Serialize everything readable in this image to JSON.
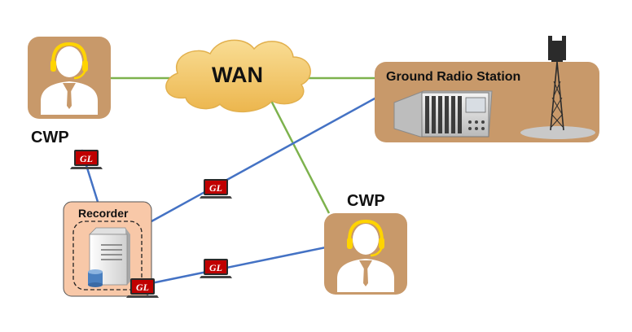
{
  "labels": {
    "wan": "WAN",
    "cwp_top": "CWP",
    "cwp_bottom": "CWP",
    "ground_radio_station": "Ground Radio Station",
    "recorder": "Recorder"
  },
  "monitor_badge": "GL",
  "colors": {
    "wan_link": "#7db24d",
    "lan_link": "#4472c4",
    "operator_tile": "#c8996a",
    "station_panel": "#c8996a",
    "cloud": "#f2cb72",
    "recorder_panel": "#f8c8a8",
    "headset": "#ffd400",
    "gl_badge": "#c00000"
  }
}
